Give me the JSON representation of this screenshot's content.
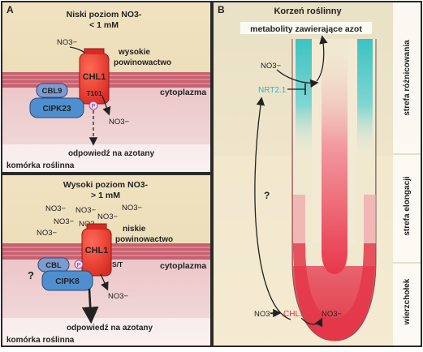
{
  "panelA": {
    "letter": "A",
    "top": {
      "title_line1": "Niski poziom NO3-",
      "title_line2": "< 1 mM",
      "ion_outside": "NO3−",
      "affinity_line1": "wysokie",
      "affinity_line2": "powinowactwo",
      "transporter": "CHL1",
      "site": "T101",
      "cbl": "CBL9",
      "cipk": "CIPK23",
      "phospho": "P",
      "cytoplasm": "cytoplazma",
      "ion_inside": "NO3−",
      "response": "odpowiedź na azotany",
      "cell": "komórka roślinna"
    },
    "bottom": {
      "title_line1": "Wysoki poziom NO3-",
      "title_line2": "> 1 mM",
      "ions_outside": [
        "NO3−",
        "NO3−",
        "NO3−",
        "NO3−",
        "NO3−",
        "NO3−",
        "NO3−"
      ],
      "affinity_line1": "niskie",
      "affinity_line2": "powinowactwo",
      "transporter": "CHL1",
      "site": "S/T",
      "cbl": "CBL",
      "cipk": "CIPK8",
      "phospho": "P",
      "question": "?",
      "cytoplasm": "cytoplazma",
      "ion_inside": "NO3−",
      "response": "odpowiedź na azotany",
      "cell": "komórka roślinna"
    }
  },
  "panelB": {
    "letter": "B",
    "title": "Korzeń roślinny",
    "metabolites": "metabolity zawierające azot",
    "ion_top": "NO3−",
    "nrt": "NRT2.1",
    "question": "?",
    "ion_bottom_left": "NO3−",
    "chl1": "CHL1",
    "ion_bottom_right": "NO3−",
    "zones": [
      "strefa różnicowania",
      "strefa elongacji",
      "wierzchołek"
    ]
  },
  "colors": {
    "border": "#2a2a2a",
    "bg_outside": "#efe1bd",
    "bg_cytoplasm": "#e8c2c4",
    "bg_B_top": "#ebe3c9",
    "bg_B_bottom": "#f0e8cd",
    "membrane": "#c96373",
    "transporter": "#e8382e",
    "cbl": "#7a9ad0",
    "cipk": "#4f8fd0",
    "cyan": "#37c0c2",
    "red": "#e23140"
  }
}
